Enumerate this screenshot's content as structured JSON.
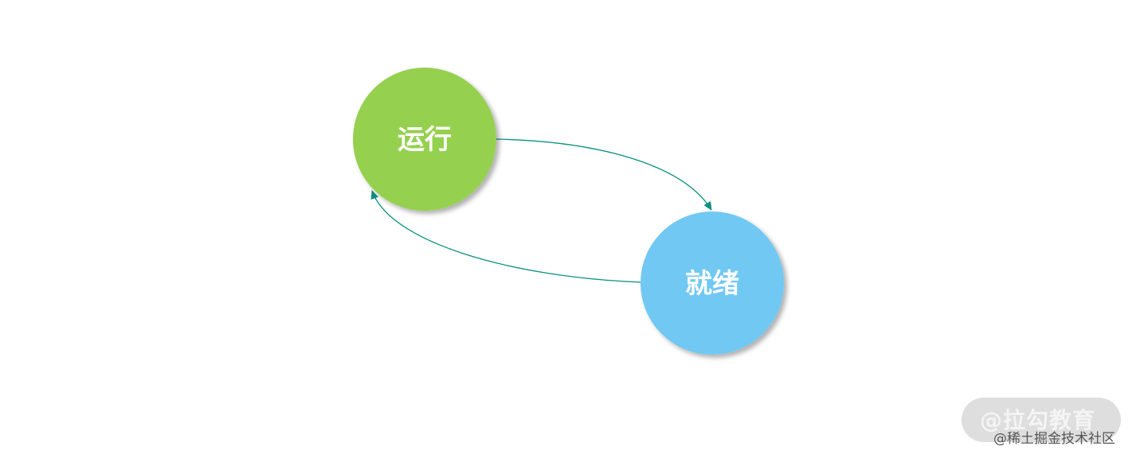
{
  "diagram": {
    "nodes": [
      {
        "id": "running",
        "label": "运行",
        "color": "#95d04f"
      },
      {
        "id": "ready",
        "label": "就绪",
        "color": "#6fc8f3"
      }
    ],
    "edges": [
      {
        "from": "running",
        "to": "ready"
      },
      {
        "from": "ready",
        "to": "running"
      }
    ],
    "edge_color": "#0a9080"
  },
  "watermark": {
    "main": "@拉勾教育",
    "sub": "@稀土掘金技术社区"
  }
}
